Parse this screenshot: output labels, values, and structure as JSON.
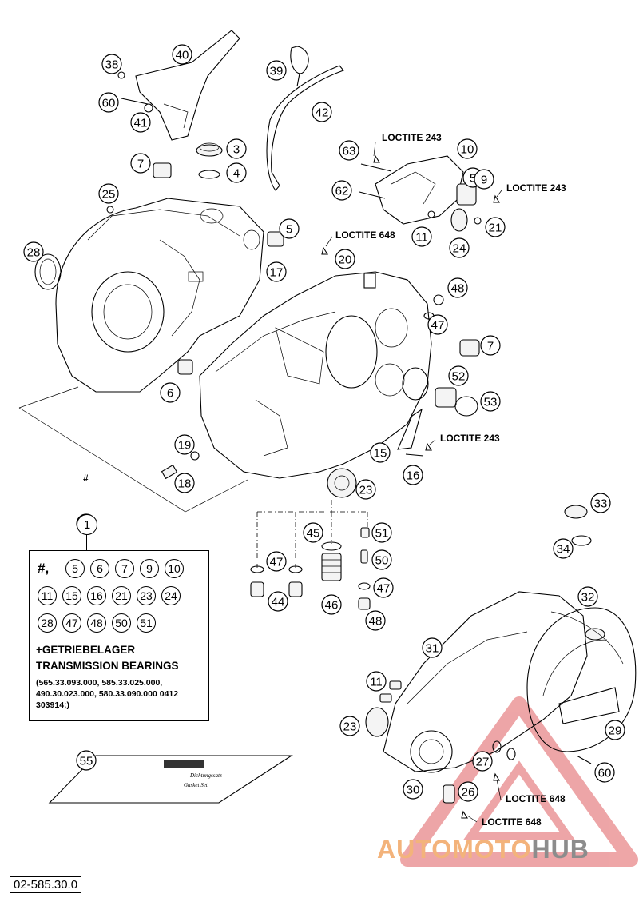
{
  "diagram": {
    "callouts": [
      "1",
      "3",
      "4",
      "5",
      "5",
      "6",
      "7",
      "7",
      "9",
      "10",
      "11",
      "11",
      "15",
      "16",
      "17",
      "18",
      "19",
      "20",
      "21",
      "23",
      "23",
      "24",
      "25",
      "26",
      "27",
      "28",
      "29",
      "30",
      "31",
      "32",
      "33",
      "34",
      "38",
      "39",
      "40",
      "41",
      "42",
      "44",
      "45",
      "46",
      "47",
      "47",
      "47",
      "48",
      "48",
      "50",
      "51",
      "52",
      "53",
      "55",
      "60",
      "60",
      "62",
      "63"
    ],
    "loctite": {
      "l1": "LOCTITE 243",
      "l2": "LOCTITE 243",
      "l3": "LOCTITE 648",
      "l4": "LOCTITE 243",
      "l5": "LOCTITE 648",
      "l6": "LOCTITE 648"
    },
    "hash_symbol": "#"
  },
  "kit": {
    "callout": "1",
    "hash_label": "#,",
    "row1": [
      "5",
      "6",
      "7",
      "9",
      "10"
    ],
    "row2": [
      "11",
      "15",
      "16",
      "21",
      "23",
      "24"
    ],
    "row3": [
      "28",
      "47",
      "48",
      "50",
      "51"
    ],
    "heading_de": "+GETRIEBELAGER",
    "heading_en": "TRANSMISSION BEARINGS",
    "ref_numbers": "(565.33.093.000, 585.33.025.000, 490.30.023.000, 580.33.090.000 0412 303914;)"
  },
  "gasket_set": {
    "callout": "55",
    "label_1": "Dichtungssatz",
    "label_2": "Gasket Set"
  },
  "document_number": "02-585.30.0",
  "watermark": {
    "part_a": "AUTOMOTO",
    "part_b": "HUB",
    "colors": {
      "orange": "#f3b37b",
      "grey": "#8c8c8c",
      "red": "#e8888a"
    }
  }
}
